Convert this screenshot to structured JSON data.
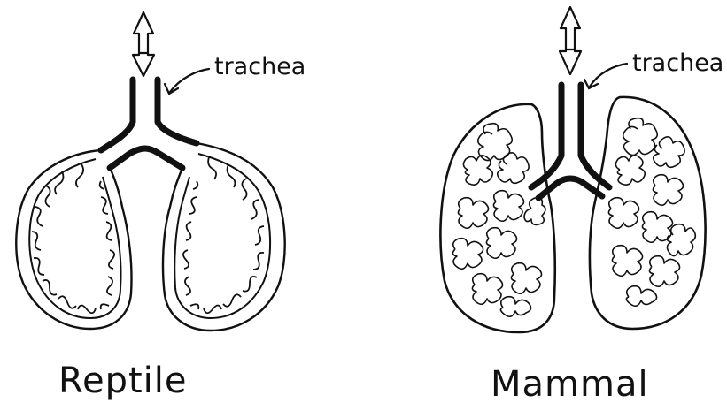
{
  "diagram": {
    "reptile": {
      "label": "Reptile",
      "trachea_label": "trachea"
    },
    "mammal": {
      "label": "Mammal",
      "trachea_label": "trachea"
    },
    "colors": {
      "ink": "#111111",
      "background": "#ffffff"
    }
  }
}
